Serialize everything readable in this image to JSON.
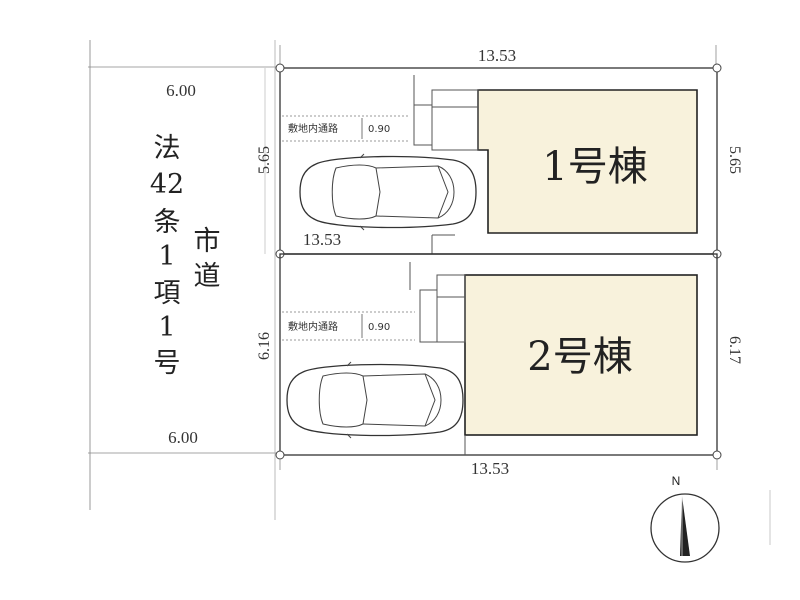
{
  "road": {
    "width_top": "6.00",
    "width_bottom": "6.00",
    "name_line1": [
      "法",
      "42",
      "条",
      "1",
      "項",
      "1",
      "号"
    ],
    "name_line2": [
      "市",
      "道"
    ]
  },
  "lot1": {
    "top_width": "13.53",
    "bottom_width": "13.53",
    "left_depth": "5.65",
    "right_depth": "5.65",
    "building_label": "1号棟",
    "access_label": "敷地内通路",
    "access_width": "0.90",
    "building_fill": "#f8f2dc"
  },
  "lot2": {
    "bottom_width": "13.53",
    "left_depth": "6.16",
    "right_depth": "6.17",
    "building_label": "2号棟",
    "access_label": "敷地内通路",
    "access_width": "0.90",
    "building_fill": "#f8f2dc"
  },
  "compass": {
    "north_label": "N"
  }
}
